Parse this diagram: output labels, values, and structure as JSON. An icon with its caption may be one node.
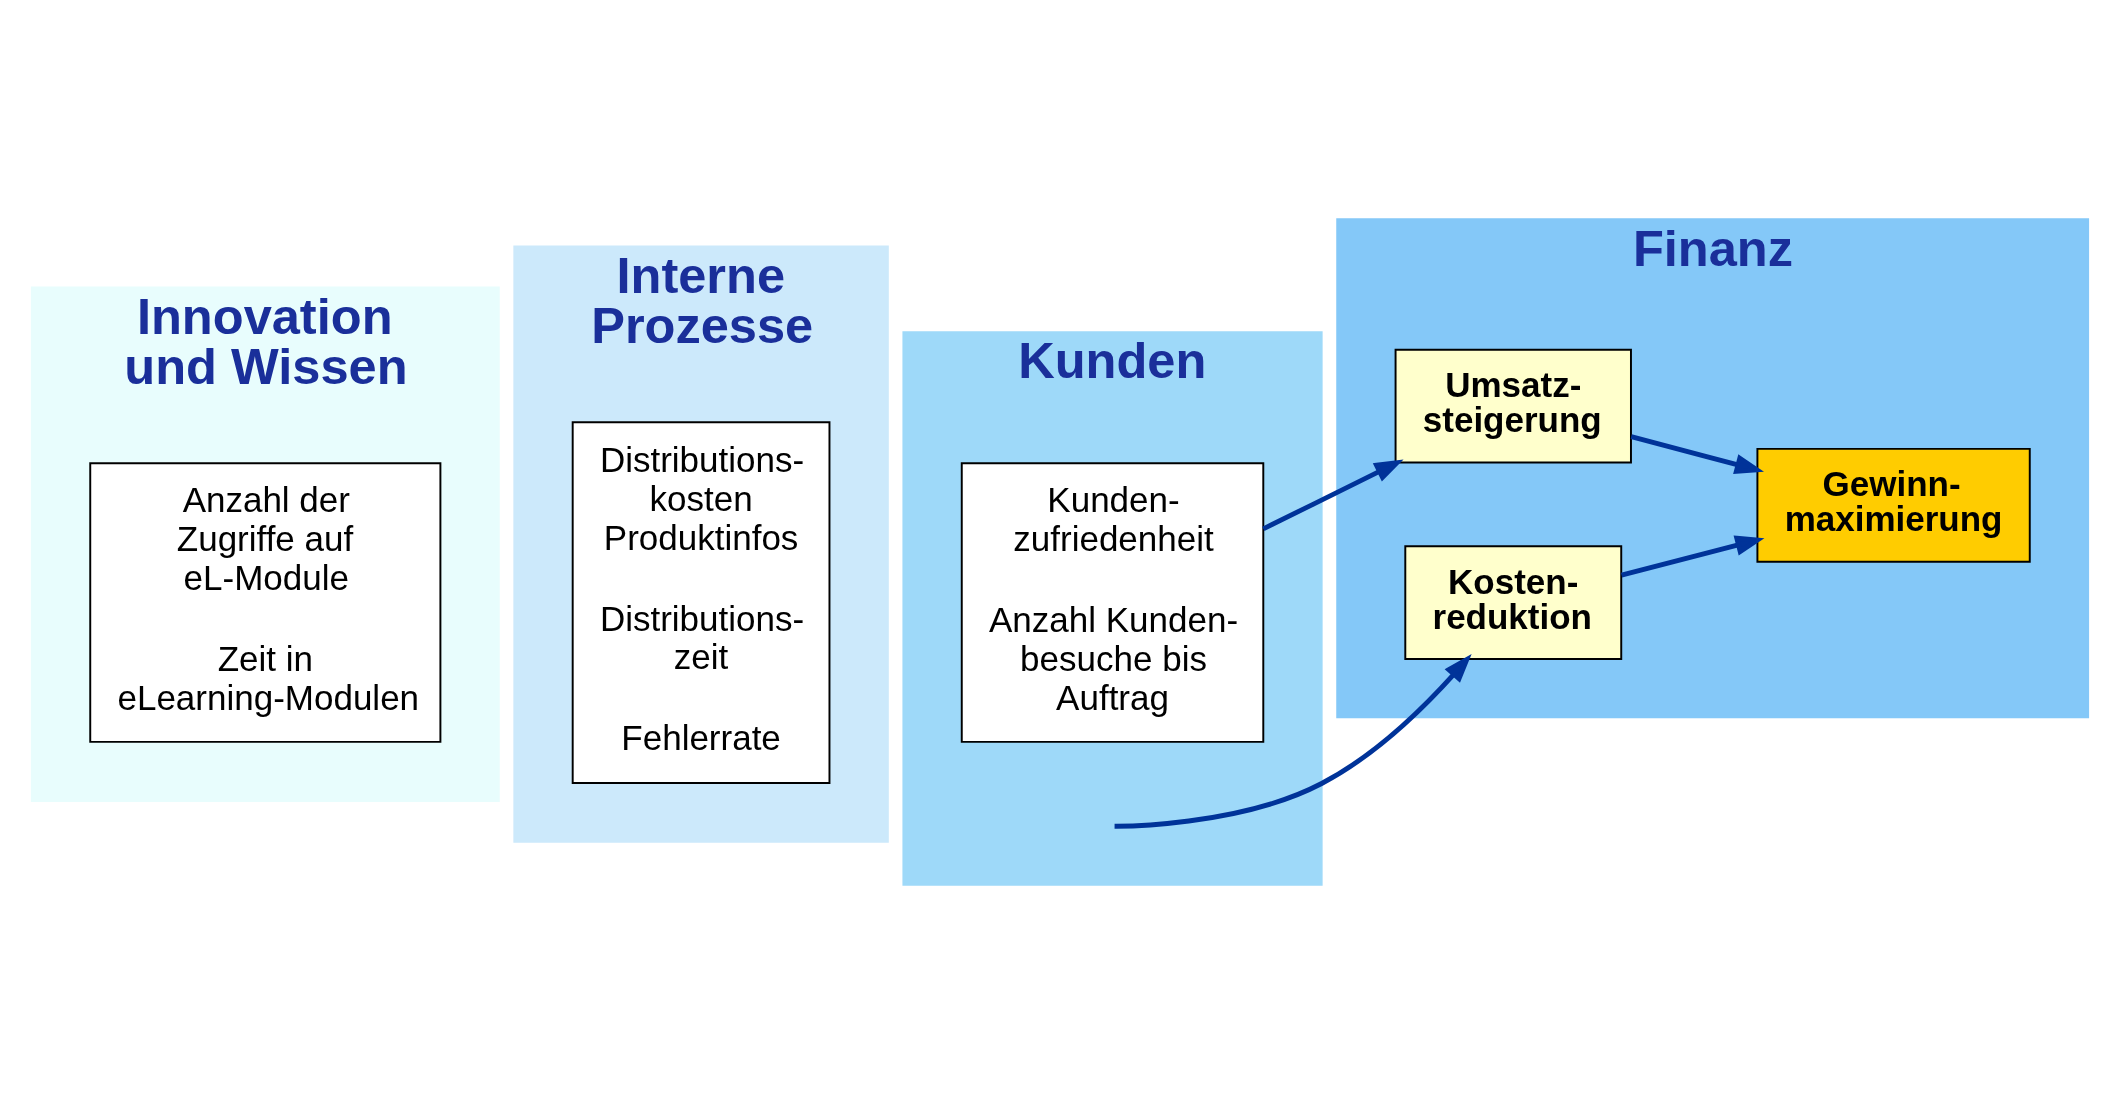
{
  "diagram": {
    "nodes": [
      {
        "text": [
          "Innovation und Wissen"
        ]
      },
      {
        "text": [
          "Anzahl der Zugriffe auf eL-Module",
          "Zeit in eLearning-Modulen"
        ],
        "in": 0
      },
      {
        "text": [
          "Interne Prozesse"
        ]
      },
      {
        "text": [
          "Distributions- kosten Produktinfos",
          "Distributions- zeit",
          "Fehlerrate"
        ],
        "in": 2
      },
      {
        "text": [
          "Kunden"
        ]
      },
      {
        "text": [
          "Kunden- zufriedenheit",
          "Anzahl Kunden- besuche bis Auftrag"
        ],
        "in": 4
      },
      {
        "text": [
          "Finanz"
        ]
      },
      {
        "text": [
          "Kosten- reduktion"
        ],
        "in": 6
      },
      {
        "text": [
          "Umsatz- steigerung"
        ],
        "in": 6
      },
      {
        "text": [
          "Gewinn- maximierung"
        ],
        "in": 6
      }
    ],
    "edges": [
      {
        "from": null,
        "to": 7,
        "arrow": "to"
      },
      {
        "from": 5,
        "to": 8,
        "arrow": "to"
      },
      {
        "from": 8,
        "to": 9,
        "arrow": "to"
      },
      {
        "from": 7,
        "to": 9,
        "arrow": "to"
      }
    ]
  }
}
